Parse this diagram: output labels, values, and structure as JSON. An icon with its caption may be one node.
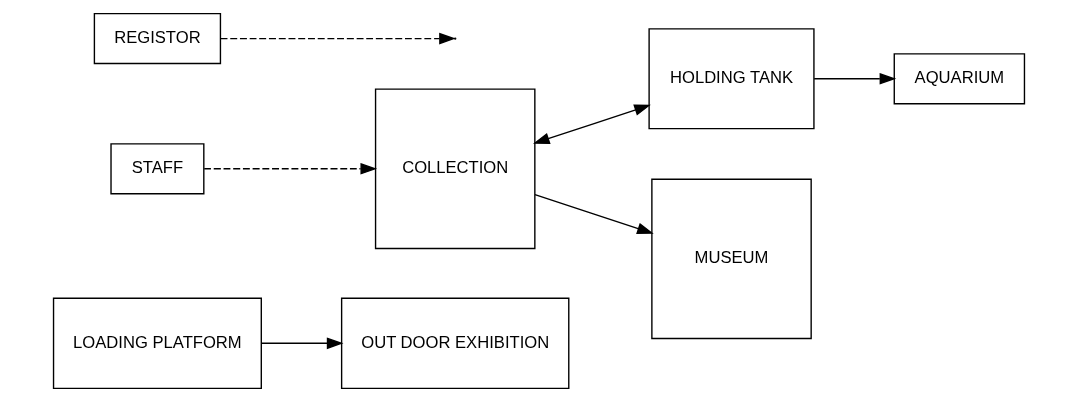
{
  "diagram": {
    "nodes": [
      {
        "text": [
          "LOADING PLATFORM"
        ]
      },
      {
        "text": [
          "HOLDING TANK"
        ]
      },
      {
        "text": [
          "AQUARIUM"
        ]
      },
      {
        "text": [
          "OUT DOOR EXHIBITION"
        ]
      },
      {
        "text": [
          "REGISTOR"
        ]
      },
      {
        "text": [
          "COLLECTION"
        ]
      },
      {
        "text": [
          "STAFF"
        ]
      },
      {
        "text": [
          "MUSEUM"
        ]
      }
    ],
    "edges": [
      {
        "from": 0,
        "to": 3,
        "arrow": "to"
      },
      {
        "from": 4,
        "to": null,
        "arrow": "to",
        "style": "dashed"
      },
      {
        "from": 1,
        "to": 2,
        "arrow": "to"
      },
      {
        "from": 5,
        "to": 1,
        "arrow": "both"
      },
      {
        "from": 6,
        "to": 5,
        "arrow": "to",
        "style": "dashed"
      },
      {
        "from": 5,
        "to": 7,
        "arrow": "to"
      }
    ]
  }
}
